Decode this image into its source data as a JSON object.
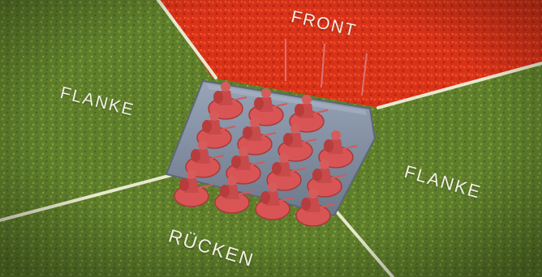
{
  "zones": {
    "front": "FRONT",
    "flank_left": "FLANKE",
    "flank_right": "FLANKE",
    "rear": "RÜCKEN"
  },
  "unit": {
    "rows": 4,
    "cols": 3,
    "figure_color": "#d95555",
    "base_color": "#8a96a8"
  },
  "colors": {
    "front_zone": "#d8321a",
    "grass": "#5f7f2c",
    "divider": "#e8e9cf"
  }
}
